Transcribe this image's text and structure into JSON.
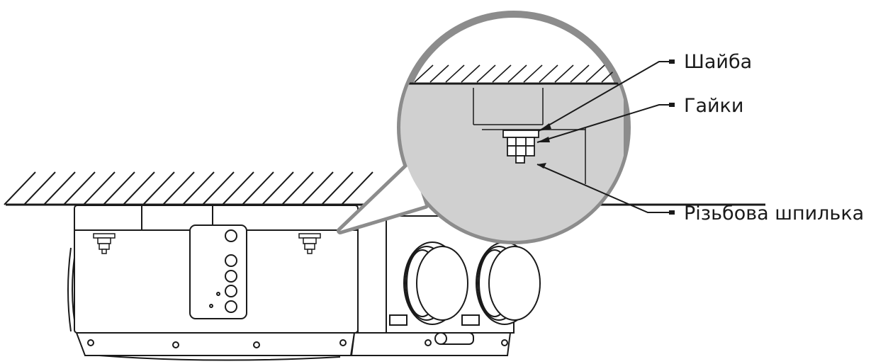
{
  "callouts": {
    "washer": "Шайба",
    "nuts": "Гайки",
    "stud": "Різьбова шпилька"
  },
  "colors": {
    "line": "#1a1a1a",
    "magnifier_ring": "#8c8c8c",
    "magnifier_fill": "#d0d0d0",
    "body_fill": "#ffffff"
  }
}
